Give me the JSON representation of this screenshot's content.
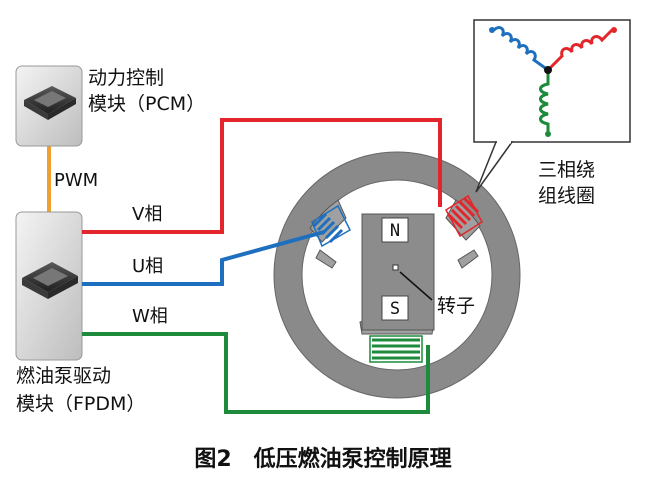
{
  "pcm": {
    "line1": "动力控制",
    "line2": "模块（PCM）"
  },
  "fpdm": {
    "line1": "燃油泵驱动",
    "line2": "模块（FPDM）"
  },
  "link_label": "PWM",
  "phases": {
    "v": "V相",
    "u": "U相",
    "w": "W相"
  },
  "coil_label": {
    "line1": "三相绕",
    "line2": "组线圈"
  },
  "rotor_label": "转子",
  "pole_n": "N",
  "pole_s": "S",
  "caption": "图2　低压燃油泵控制原理",
  "colors": {
    "red": "#e3262b",
    "blue": "#1f6fbf",
    "green": "#1e8a3c",
    "orange": "#f0a030",
    "stator": "#8a8a8a"
  }
}
